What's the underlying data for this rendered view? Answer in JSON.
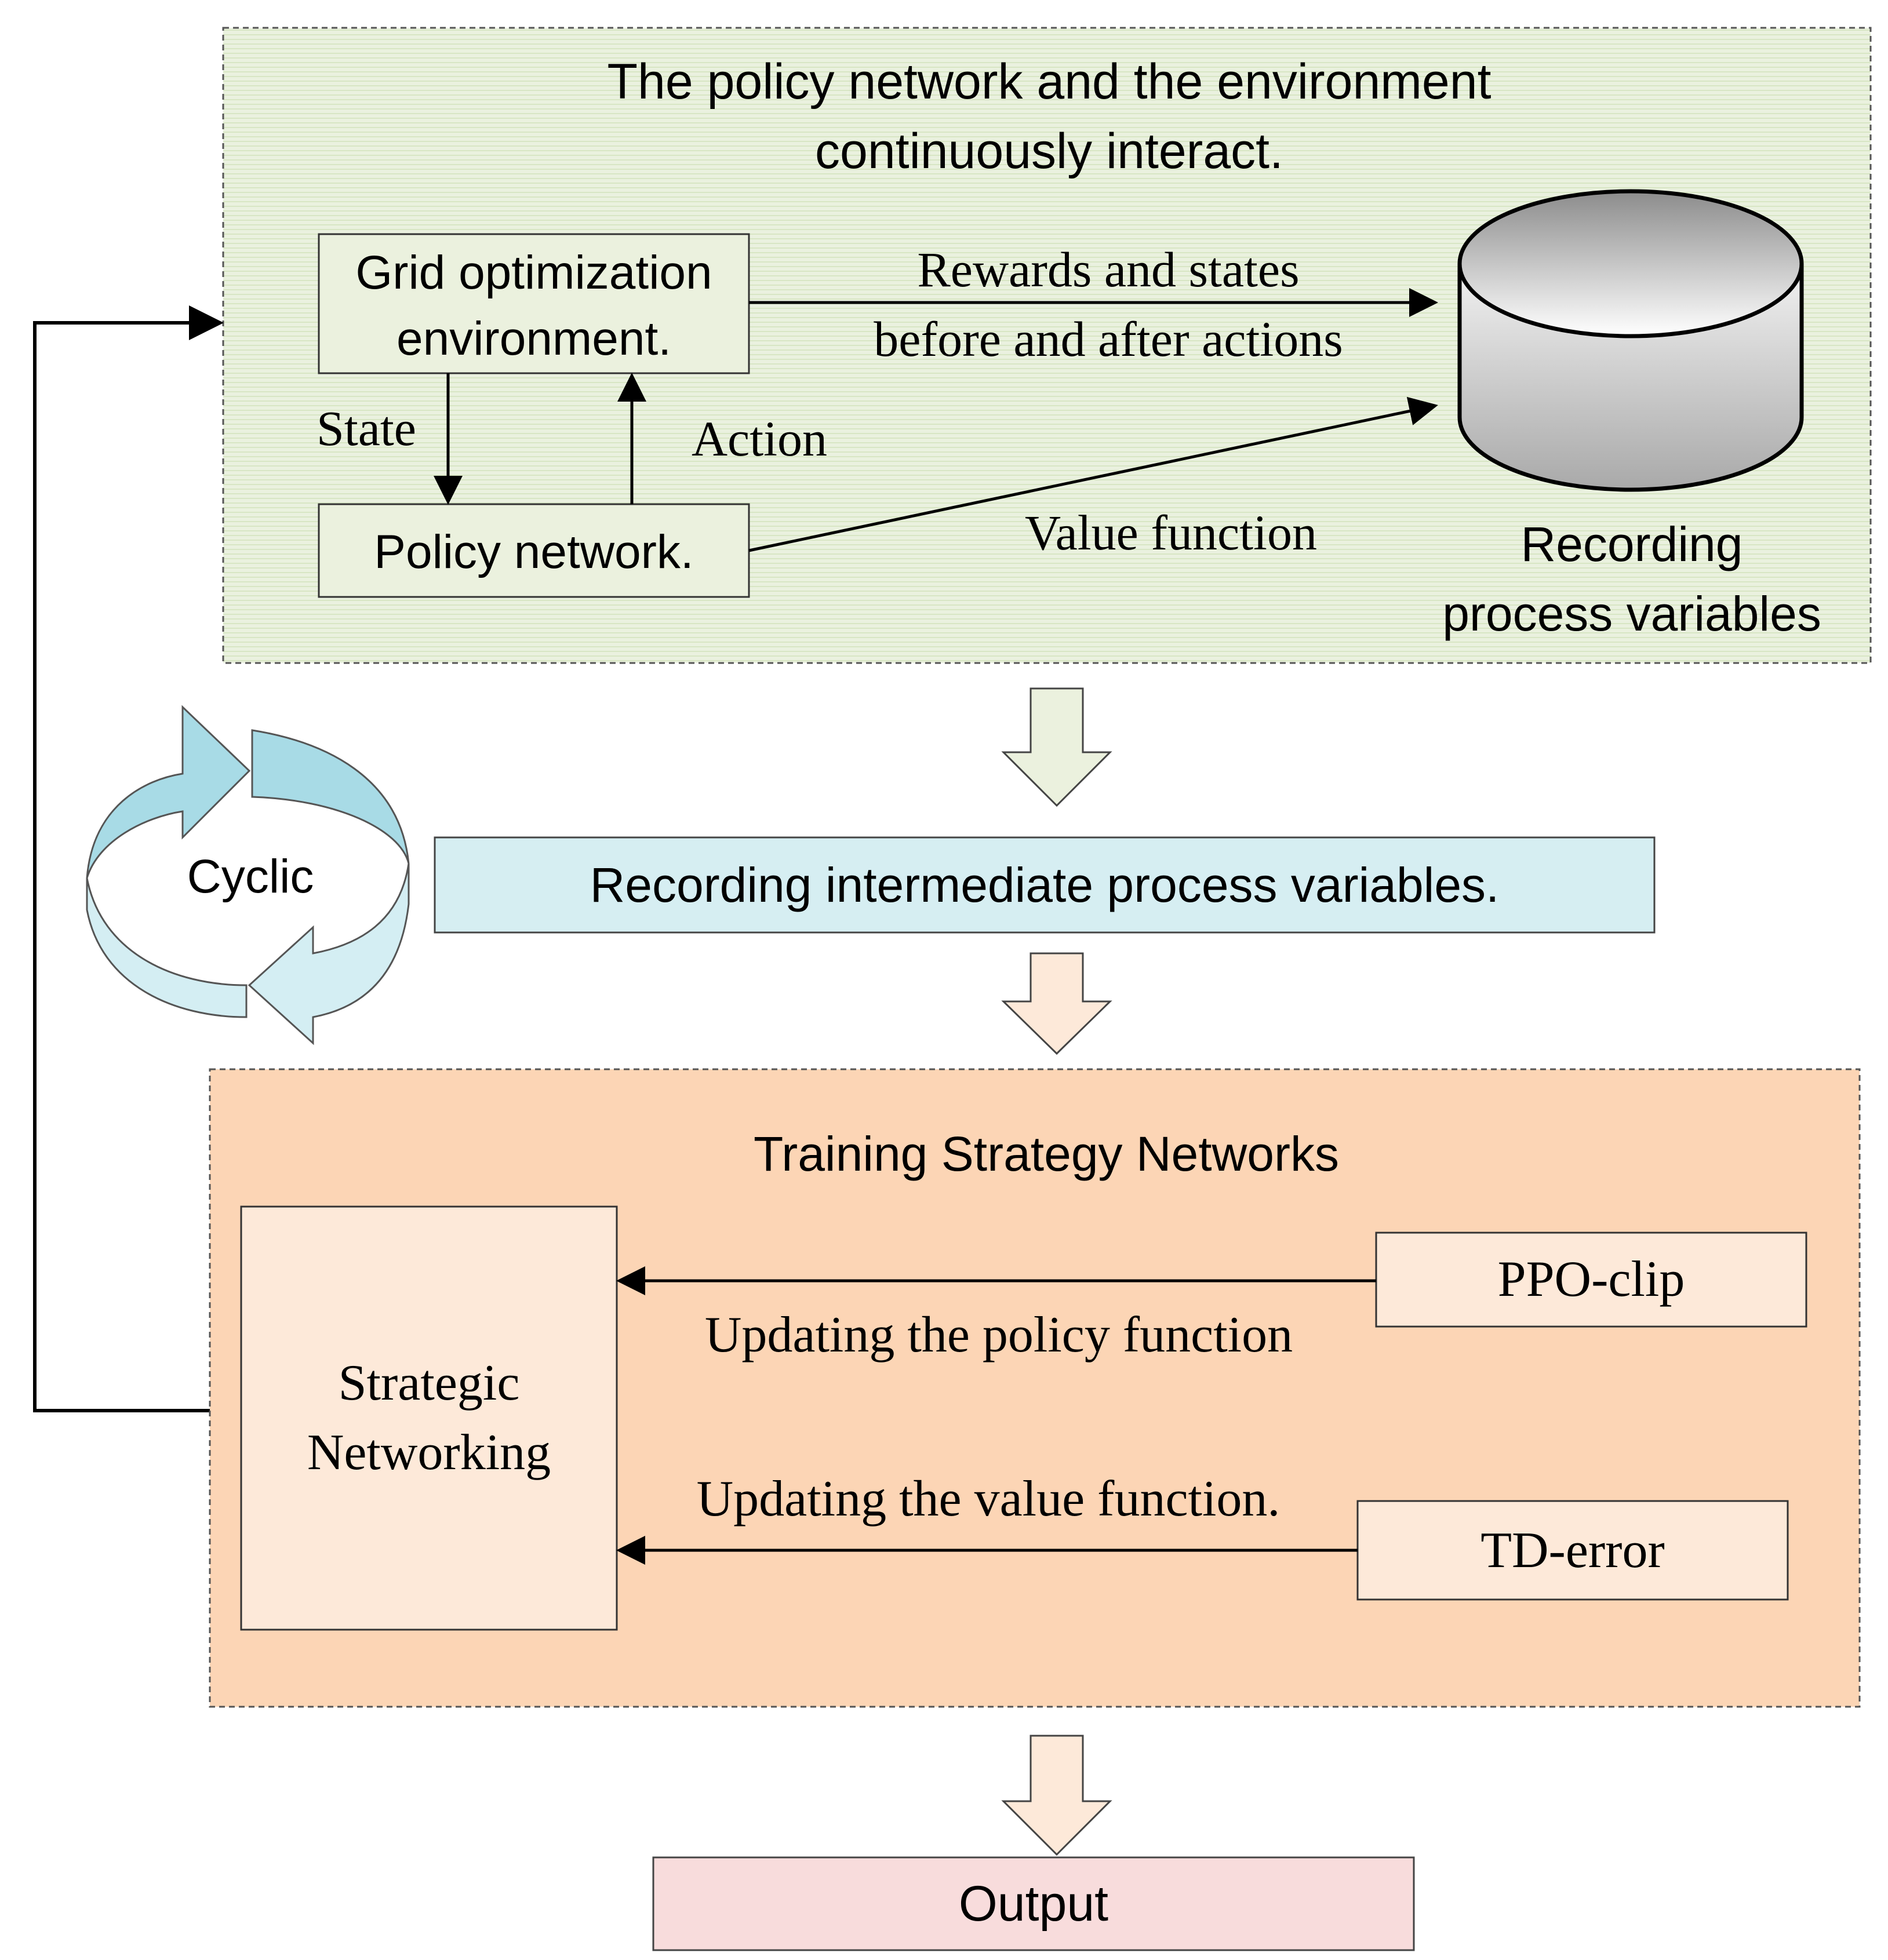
{
  "interaction_panel": {
    "title_line1": "The policy network and the environment",
    "title_line2": "continuously interact.",
    "grid_env_line1": "Grid optimization",
    "grid_env_line2": "environment.",
    "policy_network": "Policy network.",
    "state_label": "State",
    "action_label": "Action",
    "rewards_line1": "Rewards and states",
    "rewards_line2": "before and after actions",
    "value_function_label": "Value function",
    "recording_line1": "Recording",
    "recording_line2": "process variables"
  },
  "cyclic_label": "Cyclic",
  "intermediate_box": "Recording intermediate process variables.",
  "training_panel": {
    "title": "Training Strategy Networks",
    "strategic_line1": "Strategic",
    "strategic_line2": "Networking",
    "ppo_clip": "PPO-clip",
    "td_error": "TD-error",
    "update_policy": "Updating the policy function",
    "update_value": "Updating the value function."
  },
  "output": "Output",
  "colors": {
    "green_panel": "#e8f0dc",
    "green_box": "#ebf1de",
    "blue_box": "#d6eef2",
    "orange_panel": "#fcd5b5",
    "orange_box": "#fde9d9",
    "pink_box": "#f8dcdc",
    "cyclic_arrow": "#a8dbe6"
  }
}
